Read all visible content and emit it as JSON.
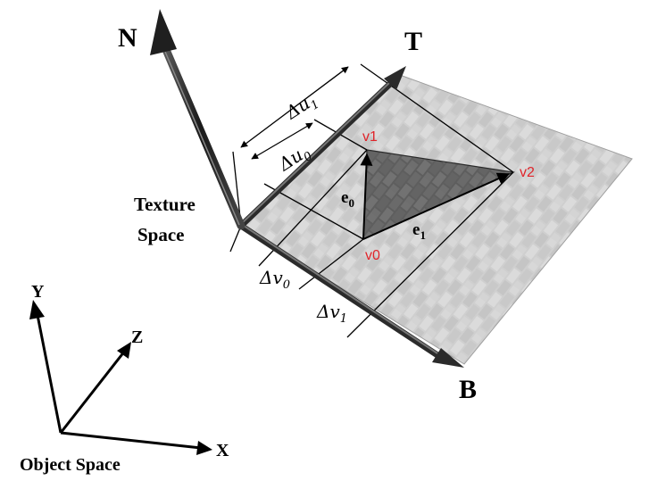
{
  "colors": {
    "axis": "#2b2b2b",
    "vertex_label": "#e0242a",
    "ink": "#000000",
    "plane": "#b8b8b8",
    "triangle": "#6f6f6f"
  },
  "texture_axes": {
    "normal_label": "N",
    "tangent_label": "T",
    "bitangent_label": "B"
  },
  "texture_space_label": {
    "line1": "Texture",
    "line2": "Space"
  },
  "vertices": {
    "v0": "v0",
    "v1": "v1",
    "v2": "v2"
  },
  "edges": {
    "e0": {
      "base": "e",
      "sub": "0"
    },
    "e1": {
      "base": "e",
      "sub": "1"
    }
  },
  "deltas": {
    "du0": {
      "base": "Δu",
      "sub": "0"
    },
    "du1": {
      "base": "Δu",
      "sub": "1"
    },
    "dv0": {
      "base": "Δv",
      "sub": "0"
    },
    "dv1": {
      "base": "Δv",
      "sub": "1"
    }
  },
  "object_axes": {
    "x_label": "X",
    "y_label": "Y",
    "z_label": "Z",
    "title": "Object Space"
  }
}
